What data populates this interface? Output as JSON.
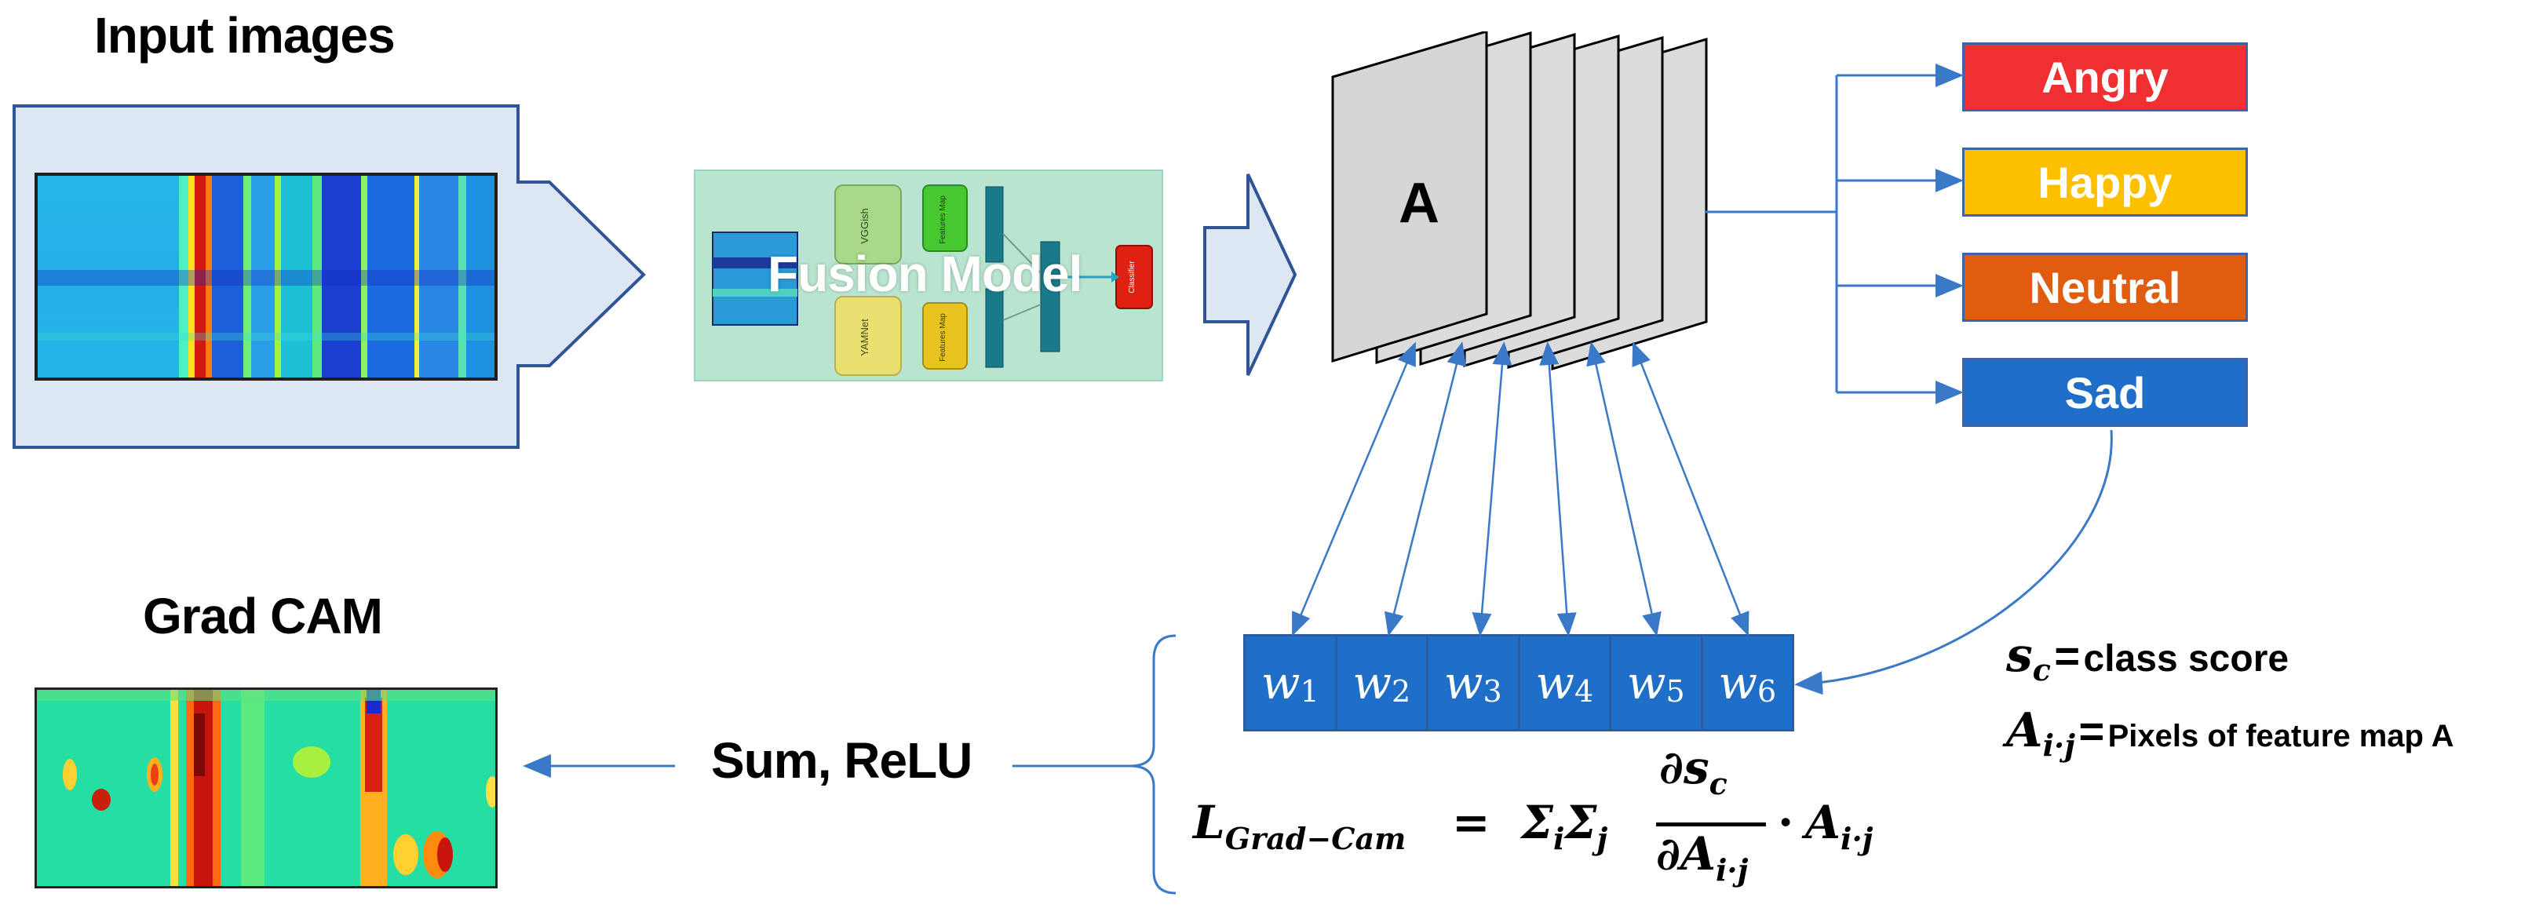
{
  "titles": {
    "input": "Input images",
    "gradcam": "Grad CAM"
  },
  "fusion": {
    "label": "Fusion Model",
    "branch_top": "VGGish",
    "branch_bottom": "YAMNet",
    "features": "Features Map",
    "classifier": "Classifier"
  },
  "feature_map_label": "A",
  "classes": [
    {
      "label": "Angry",
      "color": "#f03030"
    },
    {
      "label": "Happy",
      "color": "#fcc000"
    },
    {
      "label": "Neutral",
      "color": "#e05c0e"
    },
    {
      "label": "Sad",
      "color": "#1f6fc9"
    }
  ],
  "weights": [
    {
      "sym": "w",
      "sub": "1"
    },
    {
      "sym": "w",
      "sub": "2"
    },
    {
      "sym": "w",
      "sub": "3"
    },
    {
      "sym": "w",
      "sub": "4"
    },
    {
      "sym": "w",
      "sub": "5"
    },
    {
      "sym": "w",
      "sub": "6"
    }
  ],
  "sum_relu": "Sum, ReLU",
  "formula": {
    "lhs": "L",
    "lhs_sub": "Grad−Cam",
    "equals": "=",
    "sum": "Σ",
    "sum_i": "i",
    "sum_j": "j",
    "num": "∂s",
    "num_sub": "c",
    "den": "∂A",
    "den_sub": "i·j",
    "dot": "·",
    "tail": "A",
    "tail_sub": "i·j"
  },
  "legend": {
    "sc_sym": "s",
    "sc_sub": "c",
    "sc_eq": "=",
    "sc_text": "class score",
    "a_sym": "A",
    "a_sub": "i·j",
    "a_eq": "=",
    "a_text": "Pixels of feature map A"
  },
  "colors": {
    "arrow_fill": "#dde6f3",
    "arrow_stroke": "#2f5596",
    "connector": "#3a78c8",
    "fusion_bg": "#b9e4cf"
  }
}
